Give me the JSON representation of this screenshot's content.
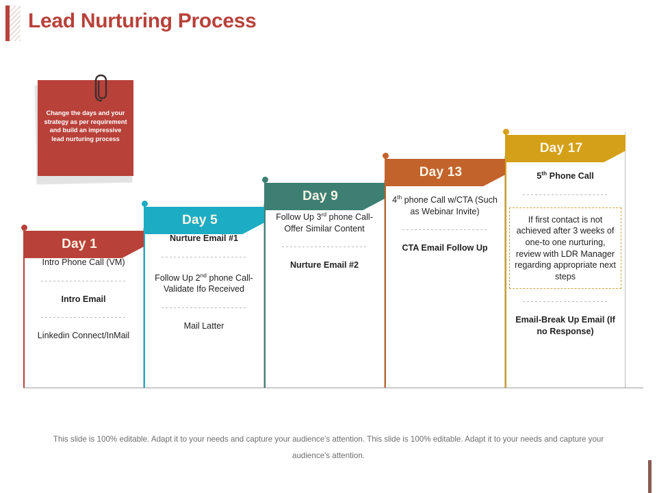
{
  "header": {
    "title": "Lead Nurturing Process",
    "accent_color": "#b8413a",
    "stripe_icon": "hatched-stripe-icon"
  },
  "sticky_note": {
    "text": "Change the days and your strategy as per requirement and build an impressive lead nurturing process",
    "color": "#b8413a",
    "clip_icon": "paperclip-icon"
  },
  "timeline": {
    "columns": [
      {
        "label": "Day 1",
        "color": "#b8413a",
        "items": [
          {
            "text": "Intro Phone Call (VM)",
            "bold": false
          },
          {
            "text": "Intro Email",
            "bold": true
          },
          {
            "text": "Linkedin Connect/InMail",
            "bold": false
          }
        ]
      },
      {
        "label": "Day 5",
        "color": "#1cacc4",
        "items": [
          {
            "text": "Nurture Email #1",
            "bold": true
          },
          {
            "text": "Follow Up 2nd phone Call-Validate Ifo Received",
            "bold": false
          },
          {
            "text": "Mail Latter",
            "bold": false
          }
        ]
      },
      {
        "label": "Day 9",
        "color": "#3d8073",
        "items": [
          {
            "text": "Follow Up 3rd phone Call-Offer Similar Content",
            "bold": false
          },
          {
            "text": "Nurture Email #2",
            "bold": true
          }
        ]
      },
      {
        "label": "Day 13",
        "color": "#c2632c",
        "items": [
          {
            "text": "4th phone Call w/CTA (Such as Webinar Invite)",
            "bold": false
          },
          {
            "text": "CTA Email Follow Up",
            "bold": true
          }
        ]
      },
      {
        "label": "Day 17",
        "color": "#d4a017",
        "items": [
          {
            "text": "5th Phone Call",
            "bold": true
          },
          {
            "text": "If first contact is not achieved after 3 weeks of one-to one nurturing, review with LDR Manager regarding appropriate next steps",
            "bold": false,
            "boxed": true
          },
          {
            "text": "Email-Break Up Email (If no Response)",
            "bold": true
          }
        ]
      }
    ]
  },
  "footer": {
    "text": "This slide is 100% editable. Adapt it to your needs and capture your audience's attention. This slide is 100% editable. Adapt it to your needs and capture your audience's attention."
  }
}
